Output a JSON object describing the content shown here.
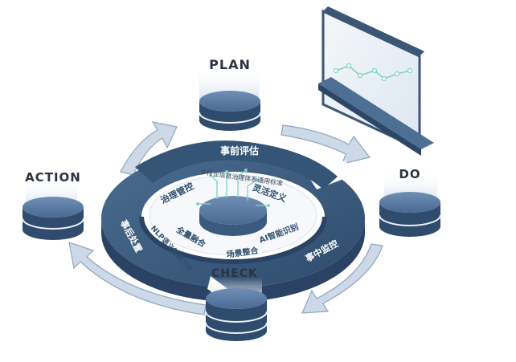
{
  "diagram": {
    "stages": {
      "plan": "PLAN",
      "do": "DO",
      "check": "CHECK",
      "action": "ACTION"
    },
    "ring_labels": {
      "pre": "事前评估",
      "mid": "事中监控",
      "post": "事后处置"
    },
    "inner_labels": {
      "governance": "治理管控",
      "definition": "灵活定义",
      "ai_capability": "AI智能识别",
      "scenario": "场景整合",
      "platform": "全量融合",
      "nlp": "NLP语义智能分析",
      "core": "多行业信息治理体系通用标准"
    },
    "colors": {
      "ring_top": "#3e5e80",
      "ring_side": "#2b4565",
      "disk_top": "#5a7aa0",
      "disk_body": "#314c6e",
      "arrow": "#c8d6e6",
      "arrow_edge": "#8ea6c2",
      "beam": "#dde7f2",
      "circuit": "#7fd4c0"
    },
    "icons": [
      "stage-disk-icon",
      "monitor-icon",
      "cycle-arrow-icon",
      "circuit-icon"
    ]
  }
}
